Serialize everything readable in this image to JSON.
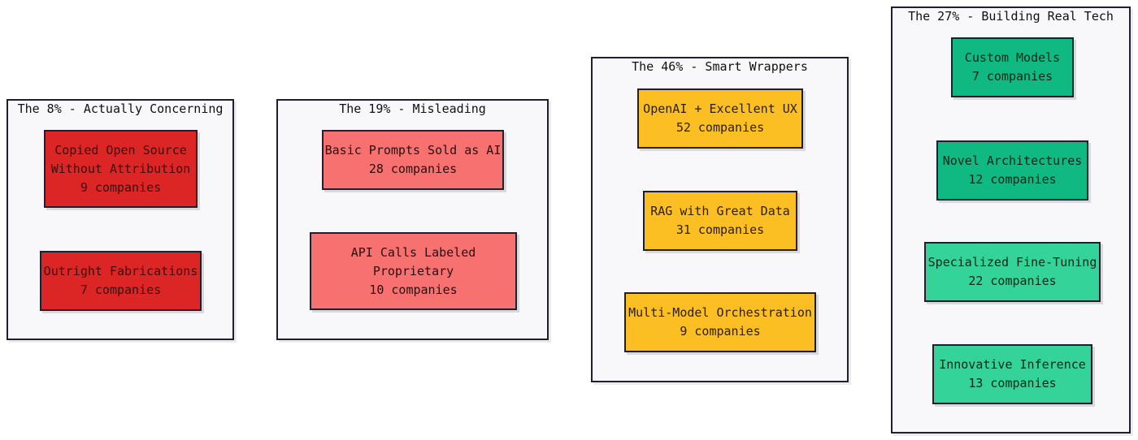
{
  "groups": [
    {
      "title": "The 8% - Actually Concerning",
      "nodes": [
        {
          "lines": [
            "Copied Open Source",
            "Without Attribution",
            "9 companies"
          ]
        },
        {
          "lines": [
            "Outright Fabrications",
            "7 companies"
          ]
        }
      ]
    },
    {
      "title": "The 19% - Misleading",
      "nodes": [
        {
          "lines": [
            "Basic Prompts Sold as AI",
            "28 companies"
          ]
        },
        {
          "lines": [
            "API Calls Labeled",
            "Proprietary",
            "10 companies"
          ]
        }
      ]
    },
    {
      "title": "The 46% - Smart Wrappers",
      "nodes": [
        {
          "lines": [
            "OpenAI + Excellent UX",
            "52 companies"
          ]
        },
        {
          "lines": [
            "RAG with Great Data",
            "31 companies"
          ]
        },
        {
          "lines": [
            "Multi-Model Orchestration",
            "9 companies"
          ]
        }
      ]
    },
    {
      "title": "The 27% - Building Real Tech",
      "nodes": [
        {
          "lines": [
            "Custom Models",
            "7 companies"
          ]
        },
        {
          "lines": [
            "Novel Architectures",
            "12 companies"
          ]
        },
        {
          "lines": [
            "Specialized Fine-Tuning",
            "22 companies"
          ]
        },
        {
          "lines": [
            "Innovative Inference",
            "13 companies"
          ]
        }
      ]
    }
  ],
  "colors": {
    "concerning": "#dc2626",
    "misleading": "#f87171",
    "wrappers": "#fbbf24",
    "real_tech_dark": "#10b981",
    "real_tech_light": "#34d399",
    "border": "#1f1f2e",
    "group_fill": "#f8f8fb"
  }
}
